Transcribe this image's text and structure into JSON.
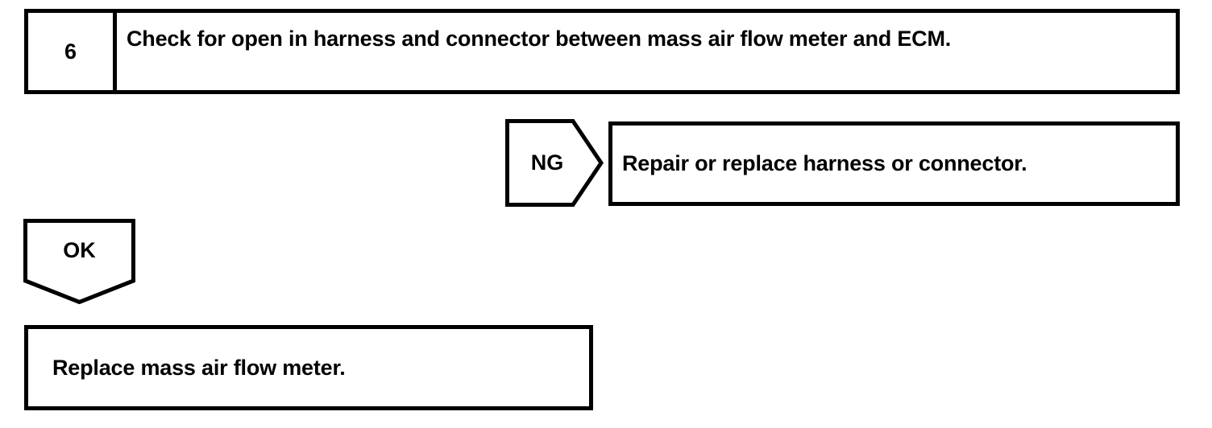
{
  "document": {
    "type": "automotive-diagnostic-flowchart",
    "background_color": "#ffffff",
    "line_color": "#000000"
  },
  "step": {
    "number": "6",
    "instruction": "Check for open in harness and connector between mass air flow meter and ECM."
  },
  "branches": {
    "ng": {
      "label": "NG",
      "shape": "pentagon-right",
      "result": "Repair or replace harness or connector."
    },
    "ok": {
      "label": "OK",
      "shape": "pentagon-down",
      "result": "Replace mass air flow meter."
    }
  }
}
